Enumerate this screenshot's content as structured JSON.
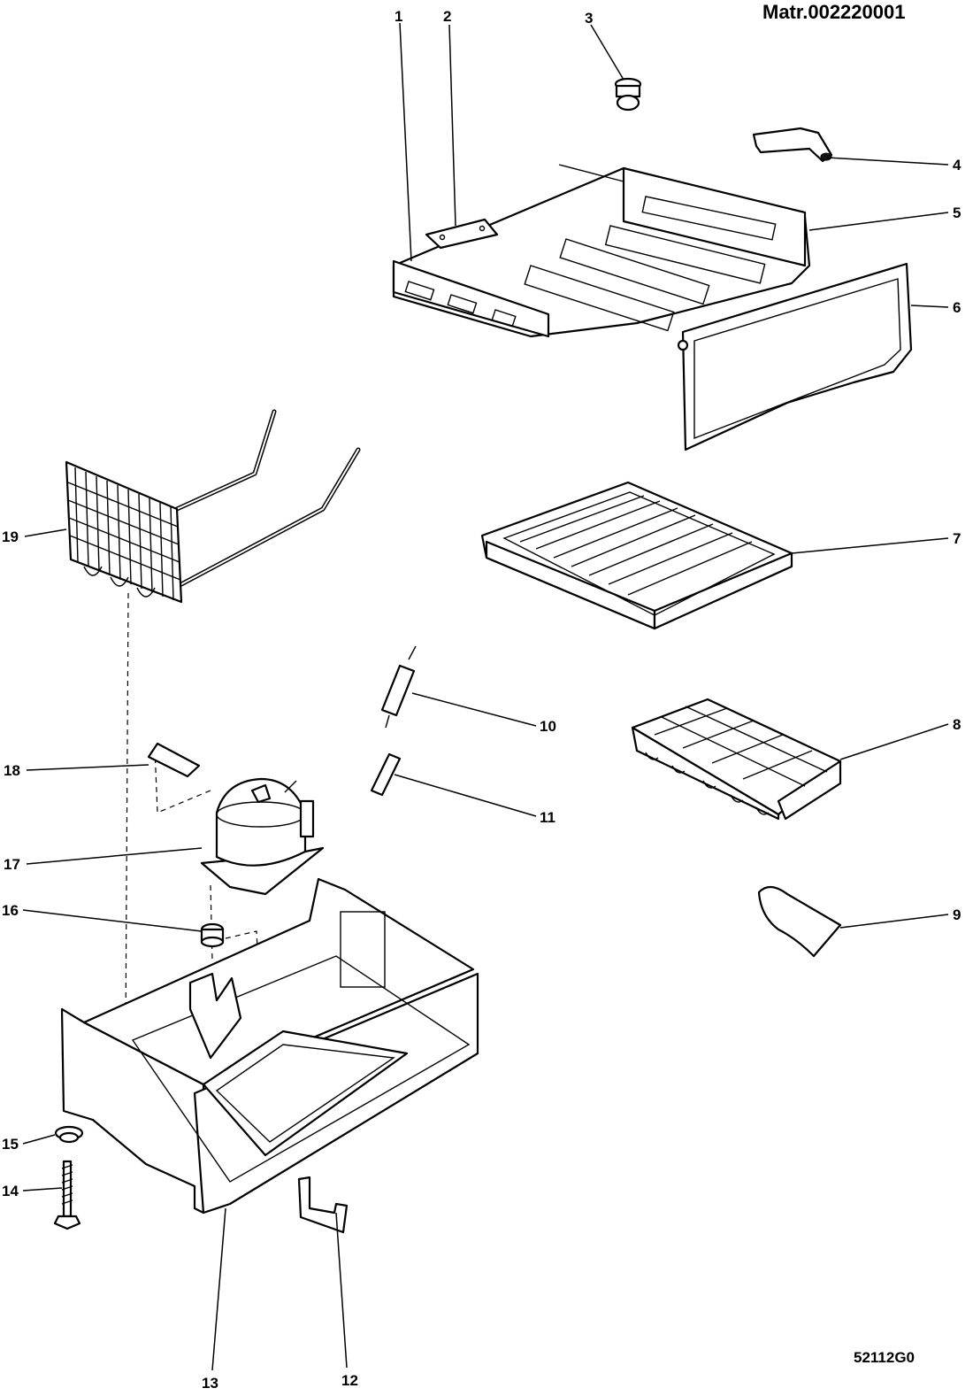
{
  "header": {
    "material_number": "Matr.002220001"
  },
  "footer": {
    "drawing_code": "52112G0"
  },
  "callouts": [
    "1",
    "2",
    "3",
    "4",
    "5",
    "6",
    "7",
    "8",
    "9",
    "10",
    "11",
    "12",
    "13",
    "14",
    "15",
    "16",
    "17",
    "18",
    "19"
  ]
}
